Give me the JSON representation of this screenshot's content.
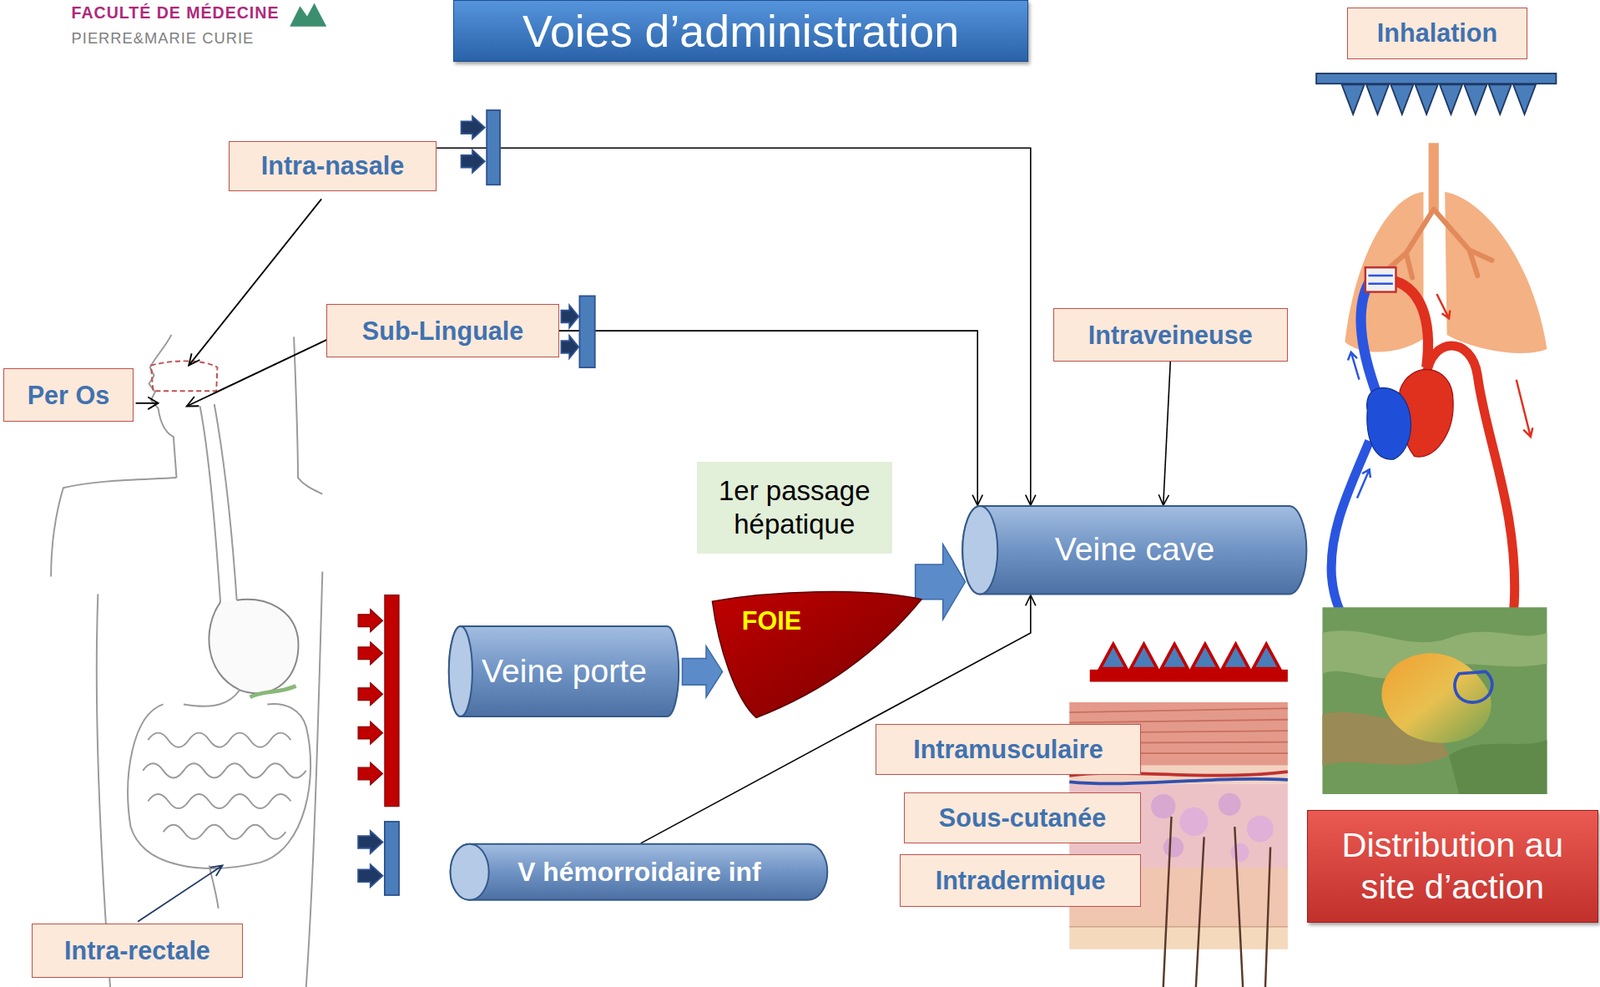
{
  "diagram": {
    "title": "Voies d’administration",
    "nodes": [
      {
        "text": [
          "Intra-nasale"
        ]
      },
      {
        "text": [
          "Inhalation"
        ]
      },
      {
        "text": [
          "Sub-Linguale"
        ]
      },
      {
        "text": [
          "Intraveineuse"
        ]
      },
      {
        "text": [
          "Per Os"
        ]
      },
      {
        "text": [
          "1er passage hépatique"
        ]
      },
      {
        "text": [
          "Veine cave"
        ]
      },
      {
        "text": [
          "FOIE"
        ]
      },
      {
        "text": [
          "Veine porte"
        ]
      },
      {
        "text": [
          "Intramusculaire"
        ]
      },
      {
        "text": [
          "Sous-cutanée"
        ]
      },
      {
        "text": [
          "Intradermique"
        ]
      },
      {
        "text": [
          "Distribution au site d’action"
        ]
      },
      {
        "text": [
          "V hémorroidaire inf"
        ]
      },
      {
        "text": [
          "Intra-rectale"
        ]
      }
    ],
    "edges": [
      {
        "from": 0,
        "to": 6,
        "arrow": "to"
      },
      {
        "from": 2,
        "to": 6,
        "arrow": "to"
      },
      {
        "from": 3,
        "to": 6,
        "arrow": "to"
      },
      {
        "from": 8,
        "to": 7,
        "arrow": "to"
      },
      {
        "from": 7,
        "to": 6,
        "arrow": "to"
      },
      {
        "from": 13,
        "to": 6,
        "arrow": "to"
      }
    ],
    "labels": [
      "FACULTÉ DE MÉDECINE",
      "PIERRE&MARIE CURIE"
    ]
  }
}
